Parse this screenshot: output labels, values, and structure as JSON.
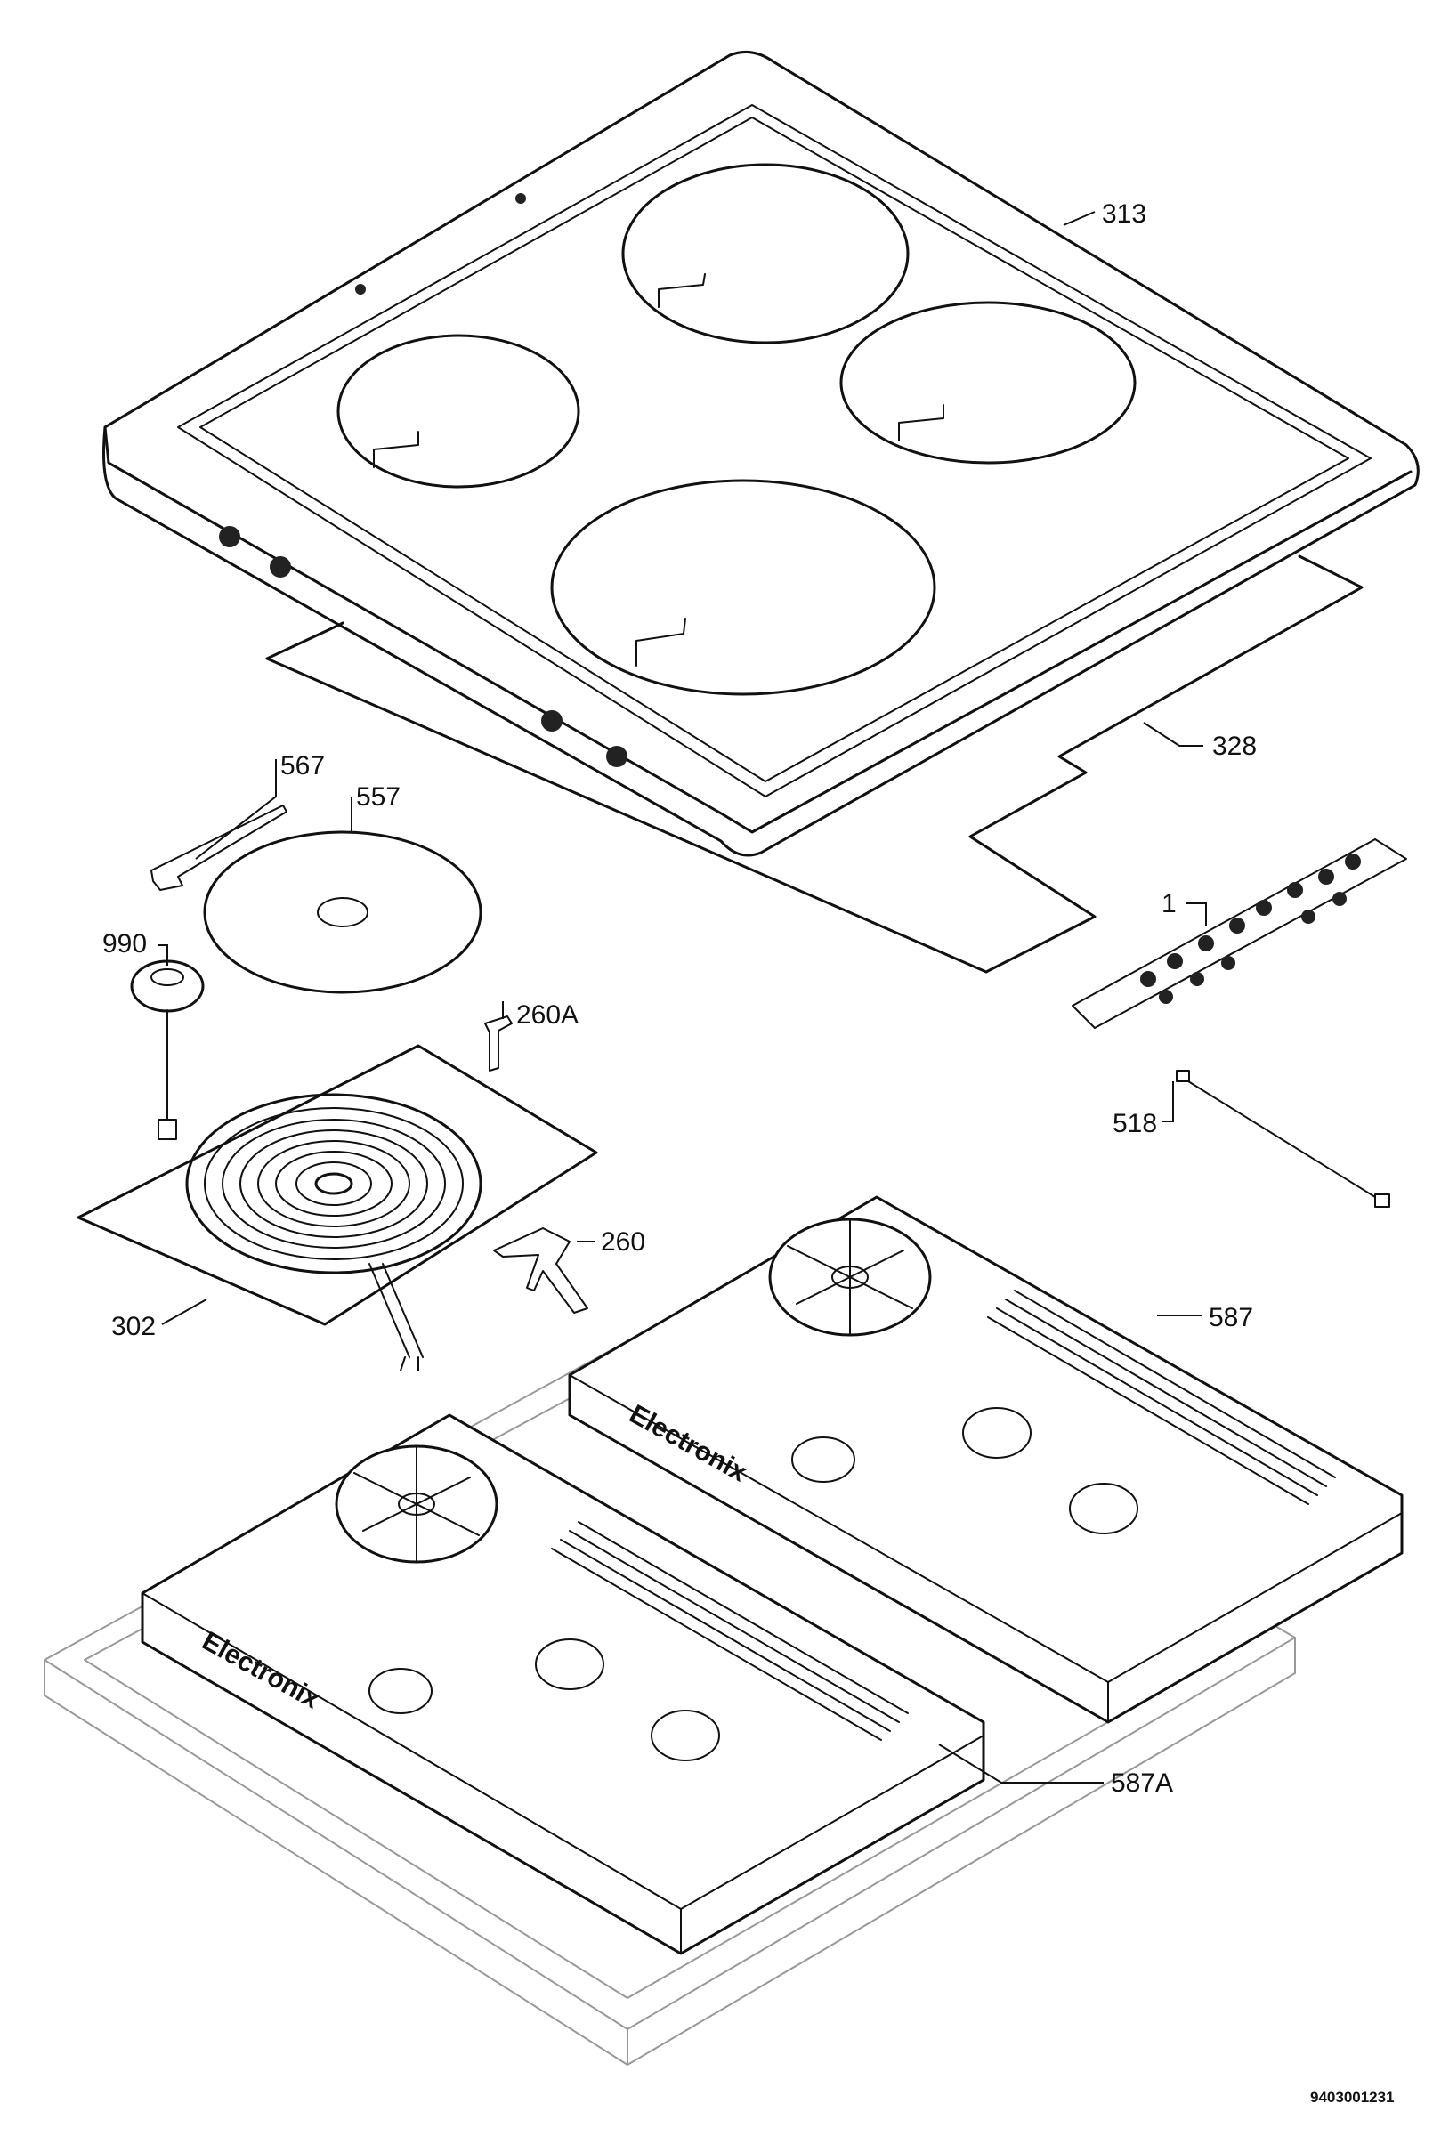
{
  "callouts": [
    {
      "id": "313"
    },
    {
      "id": "328"
    },
    {
      "id": "567"
    },
    {
      "id": "557"
    },
    {
      "id": "990"
    },
    {
      "id": "260A"
    },
    {
      "id": "1"
    },
    {
      "id": "518"
    },
    {
      "id": "302"
    },
    {
      "id": "260"
    },
    {
      "id": "587"
    },
    {
      "id": "587A"
    }
  ],
  "brand_mark": "Electronix",
  "drawing_code": "9403001231"
}
